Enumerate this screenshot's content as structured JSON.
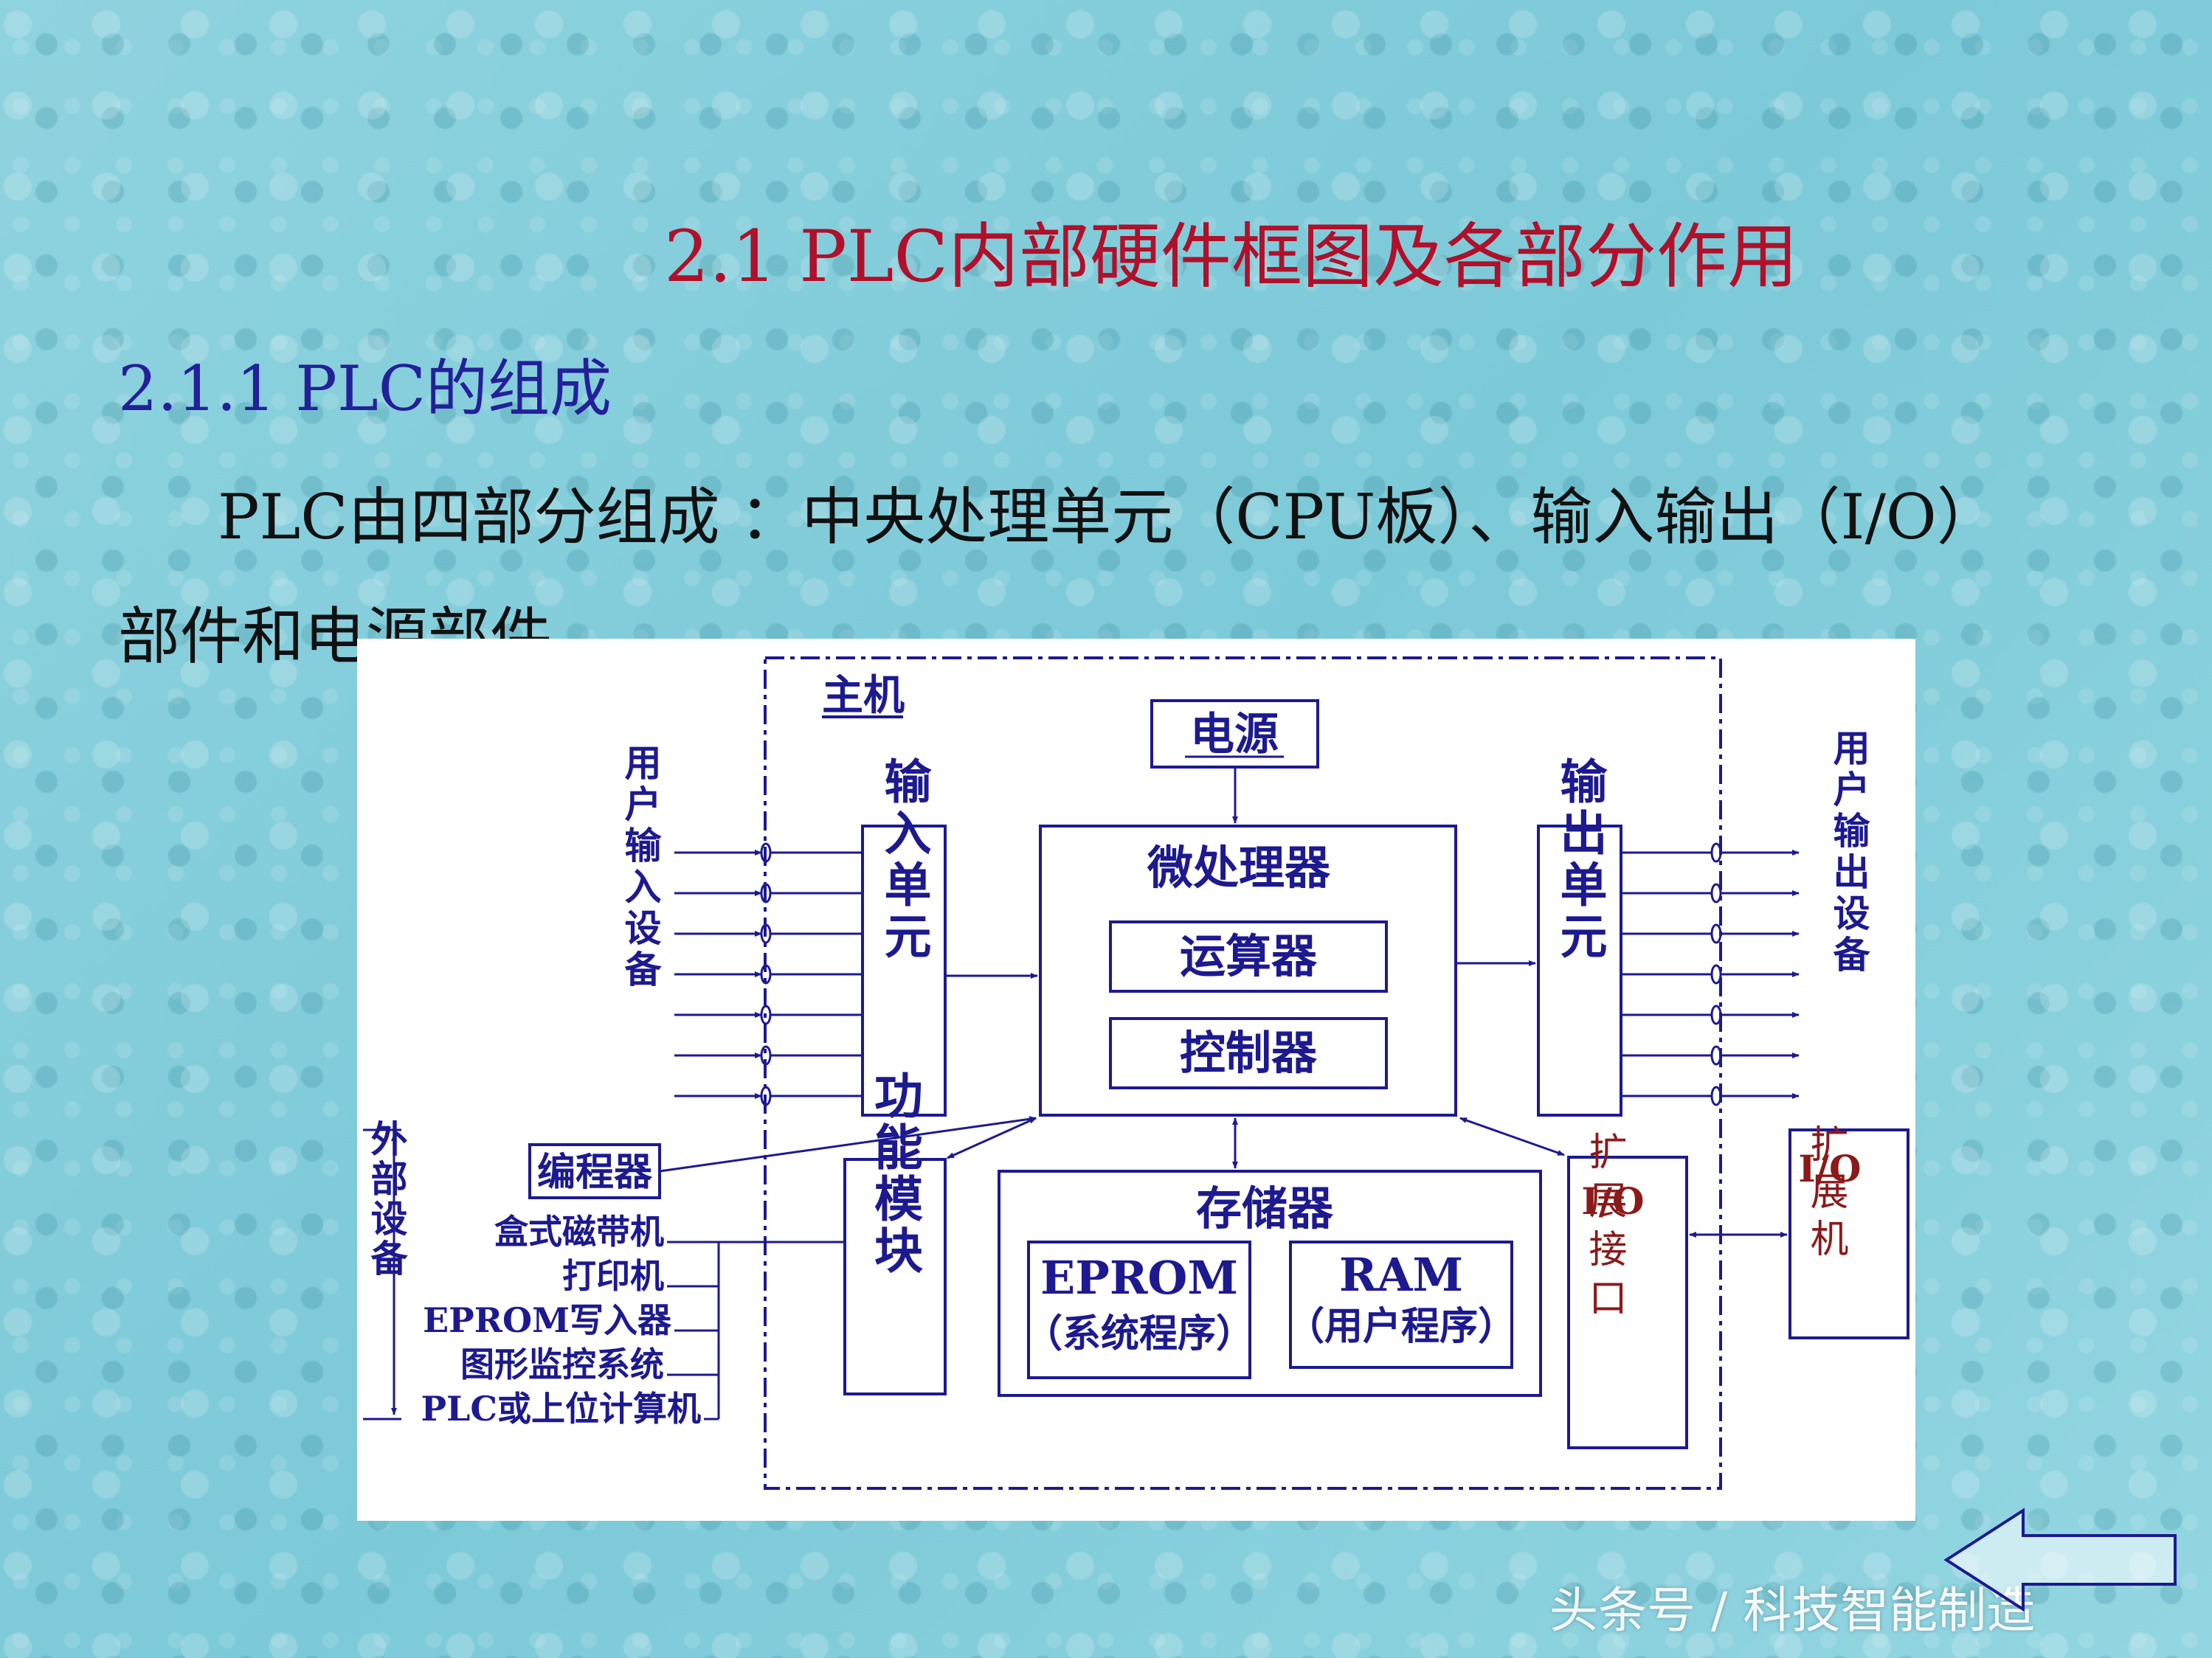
{
  "title": "2.1 PLC内部硬件框图及各部分作用",
  "section": {
    "heading": "2.1.1 PLC的组成"
  },
  "paragraph": "PLC由四部分组成 ：中央处理单元（CPU板）、输入输出（I/O）部件和电源部件。",
  "diagram": {
    "host_label": "主机",
    "power_label": "电源",
    "cpu": {
      "title": "微处理器",
      "alu_label": "运算器",
      "controller_label": "控制器"
    },
    "input_unit_label": "输入单元",
    "output_unit_label": "输出单元",
    "user_input_label": "用户输入设备",
    "user_output_label": "用户输出设备",
    "programmer_label": "编程器",
    "function_module_label": "功能模块",
    "memory": {
      "title": "存储器",
      "eprom_label": "EPROM",
      "eprom_sub": "（系统程序）",
      "ram_label": "RAM",
      "ram_sub": "（用户程序）"
    },
    "io_ext_interface": {
      "title": "I/O",
      "label": "扩展接口"
    },
    "io_ext_unit": {
      "title": "I/O",
      "label": "扩展机"
    },
    "external_devices_label": "外部设备",
    "external_devices": [
      "盒式磁带机",
      "打印机",
      "EPROM写入器",
      "图形监控系统",
      "PLC或上位计算机"
    ]
  },
  "watermark": "头条号 / 科技智能制造",
  "colors": {
    "title": "#b0102a",
    "heading": "#23209a",
    "diagram": "#1d1a8f",
    "io_text": "#8b1a1a"
  },
  "icons": {
    "back": "back-arrow-icon"
  }
}
